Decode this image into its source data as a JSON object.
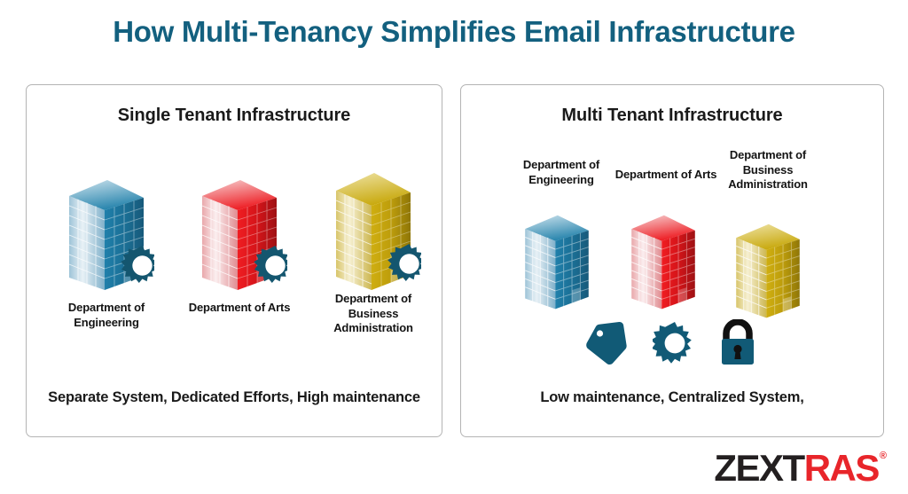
{
  "title": "How Multi-Tenancy Simplifies Email Infrastructure",
  "colors": {
    "title_teal": "#13607F",
    "gear_teal": "#14566F",
    "icon_teal": "#115A76",
    "building_blue": "#1F7FA8",
    "building_red": "#E01B24",
    "building_yellow": "#C9AA10",
    "panel_border": "#B4B4B4",
    "logo_dark": "#231F20",
    "logo_red": "#E8252A"
  },
  "panels": {
    "single": {
      "title": "Single Tenant Infrastructure",
      "caption": "Separate System, Dedicated Efforts, High maintenance",
      "buildings": [
        {
          "label": "Department of Engineering",
          "color_name": "blue",
          "has_gear": true
        },
        {
          "label": "Department of Arts",
          "color_name": "red",
          "has_gear": true
        },
        {
          "label": "Department of Business Administration",
          "color_name": "yellow",
          "has_gear": true
        }
      ]
    },
    "multi": {
      "title": "Multi Tenant Infrastructure",
      "caption": "Low maintenance, Centralized System,",
      "buildings": [
        {
          "label": "Department of Engineering",
          "color_name": "blue",
          "has_gear": false
        },
        {
          "label": "Department of Arts",
          "color_name": "red",
          "has_gear": false
        },
        {
          "label": "Department of Business Administration",
          "color_name": "yellow",
          "has_gear": false
        }
      ],
      "icons": [
        {
          "name": "tag-icon",
          "label": "tag"
        },
        {
          "name": "gear-icon",
          "label": "gear"
        },
        {
          "name": "lock-icon",
          "label": "lock"
        }
      ]
    }
  },
  "logo": {
    "part_dark": "ZEXT",
    "part_red": "RAS",
    "registered": "®"
  }
}
